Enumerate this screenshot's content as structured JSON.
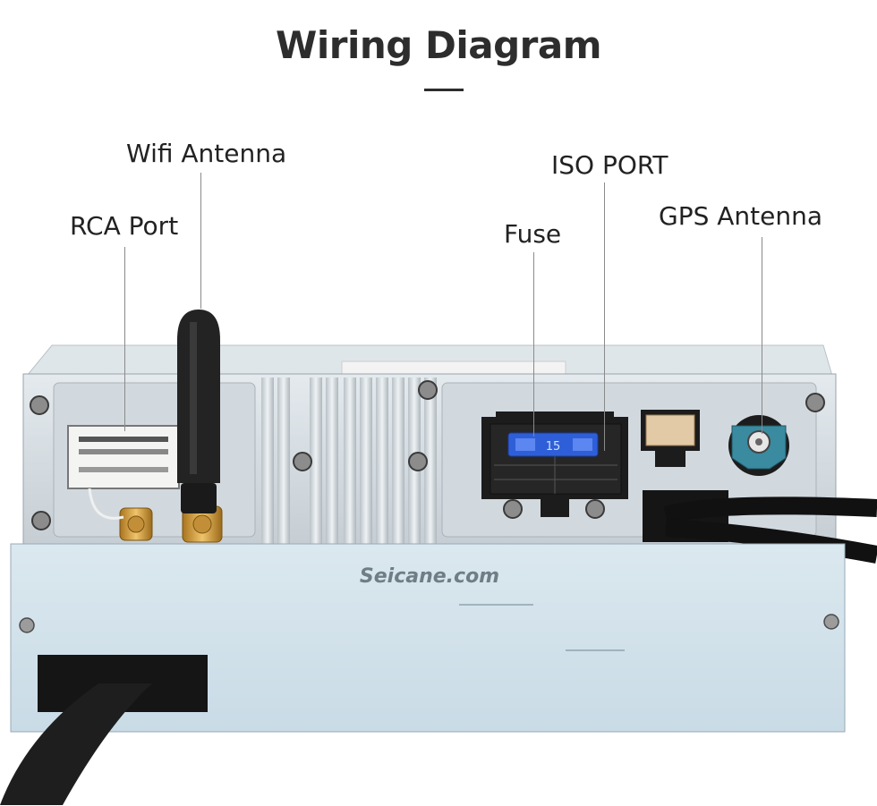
{
  "title": "Wiring Diagram",
  "callouts": {
    "wifi_antenna": "Wifi Antenna",
    "rca_port": "RCA Port",
    "iso_port": "ISO PORT",
    "fuse": "Fuse",
    "gps_antenna": "GPS Antenna"
  },
  "watermark": "Seicane.com",
  "fuse_rating": "15",
  "colors": {
    "title": "#2d2d2d",
    "chassis": "#d5dde2",
    "bottom_box": "#cfe0ea",
    "fuse": "#2f5fd8",
    "gps_connector": "#3a8aa0",
    "connector_black": "#1b1b1b",
    "gold_connector": "#d9a640"
  }
}
